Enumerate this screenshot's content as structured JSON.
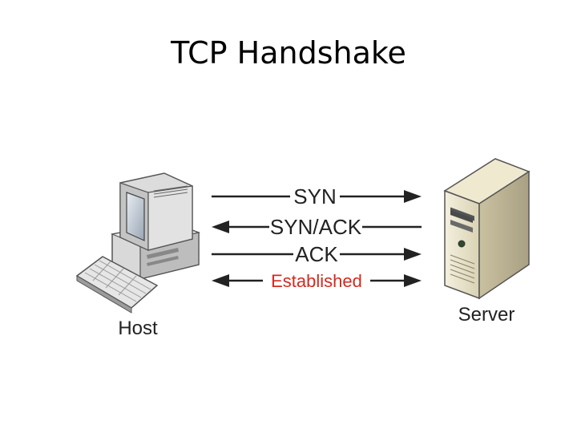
{
  "title": "TCP Handshake",
  "host": {
    "label": "Host",
    "icon": "desktop-computer-icon"
  },
  "server": {
    "label": "Server",
    "icon": "tower-server-icon"
  },
  "messages": [
    {
      "label": "SYN",
      "direction": "host-to-server"
    },
    {
      "label": "SYN/ACK",
      "direction": "server-to-host"
    },
    {
      "label": "ACK",
      "direction": "host-to-server"
    },
    {
      "label": "Established",
      "direction": "both",
      "color": "#d42a1f"
    }
  ],
  "colors": {
    "text": "#222222",
    "highlight": "#d42a1f"
  }
}
